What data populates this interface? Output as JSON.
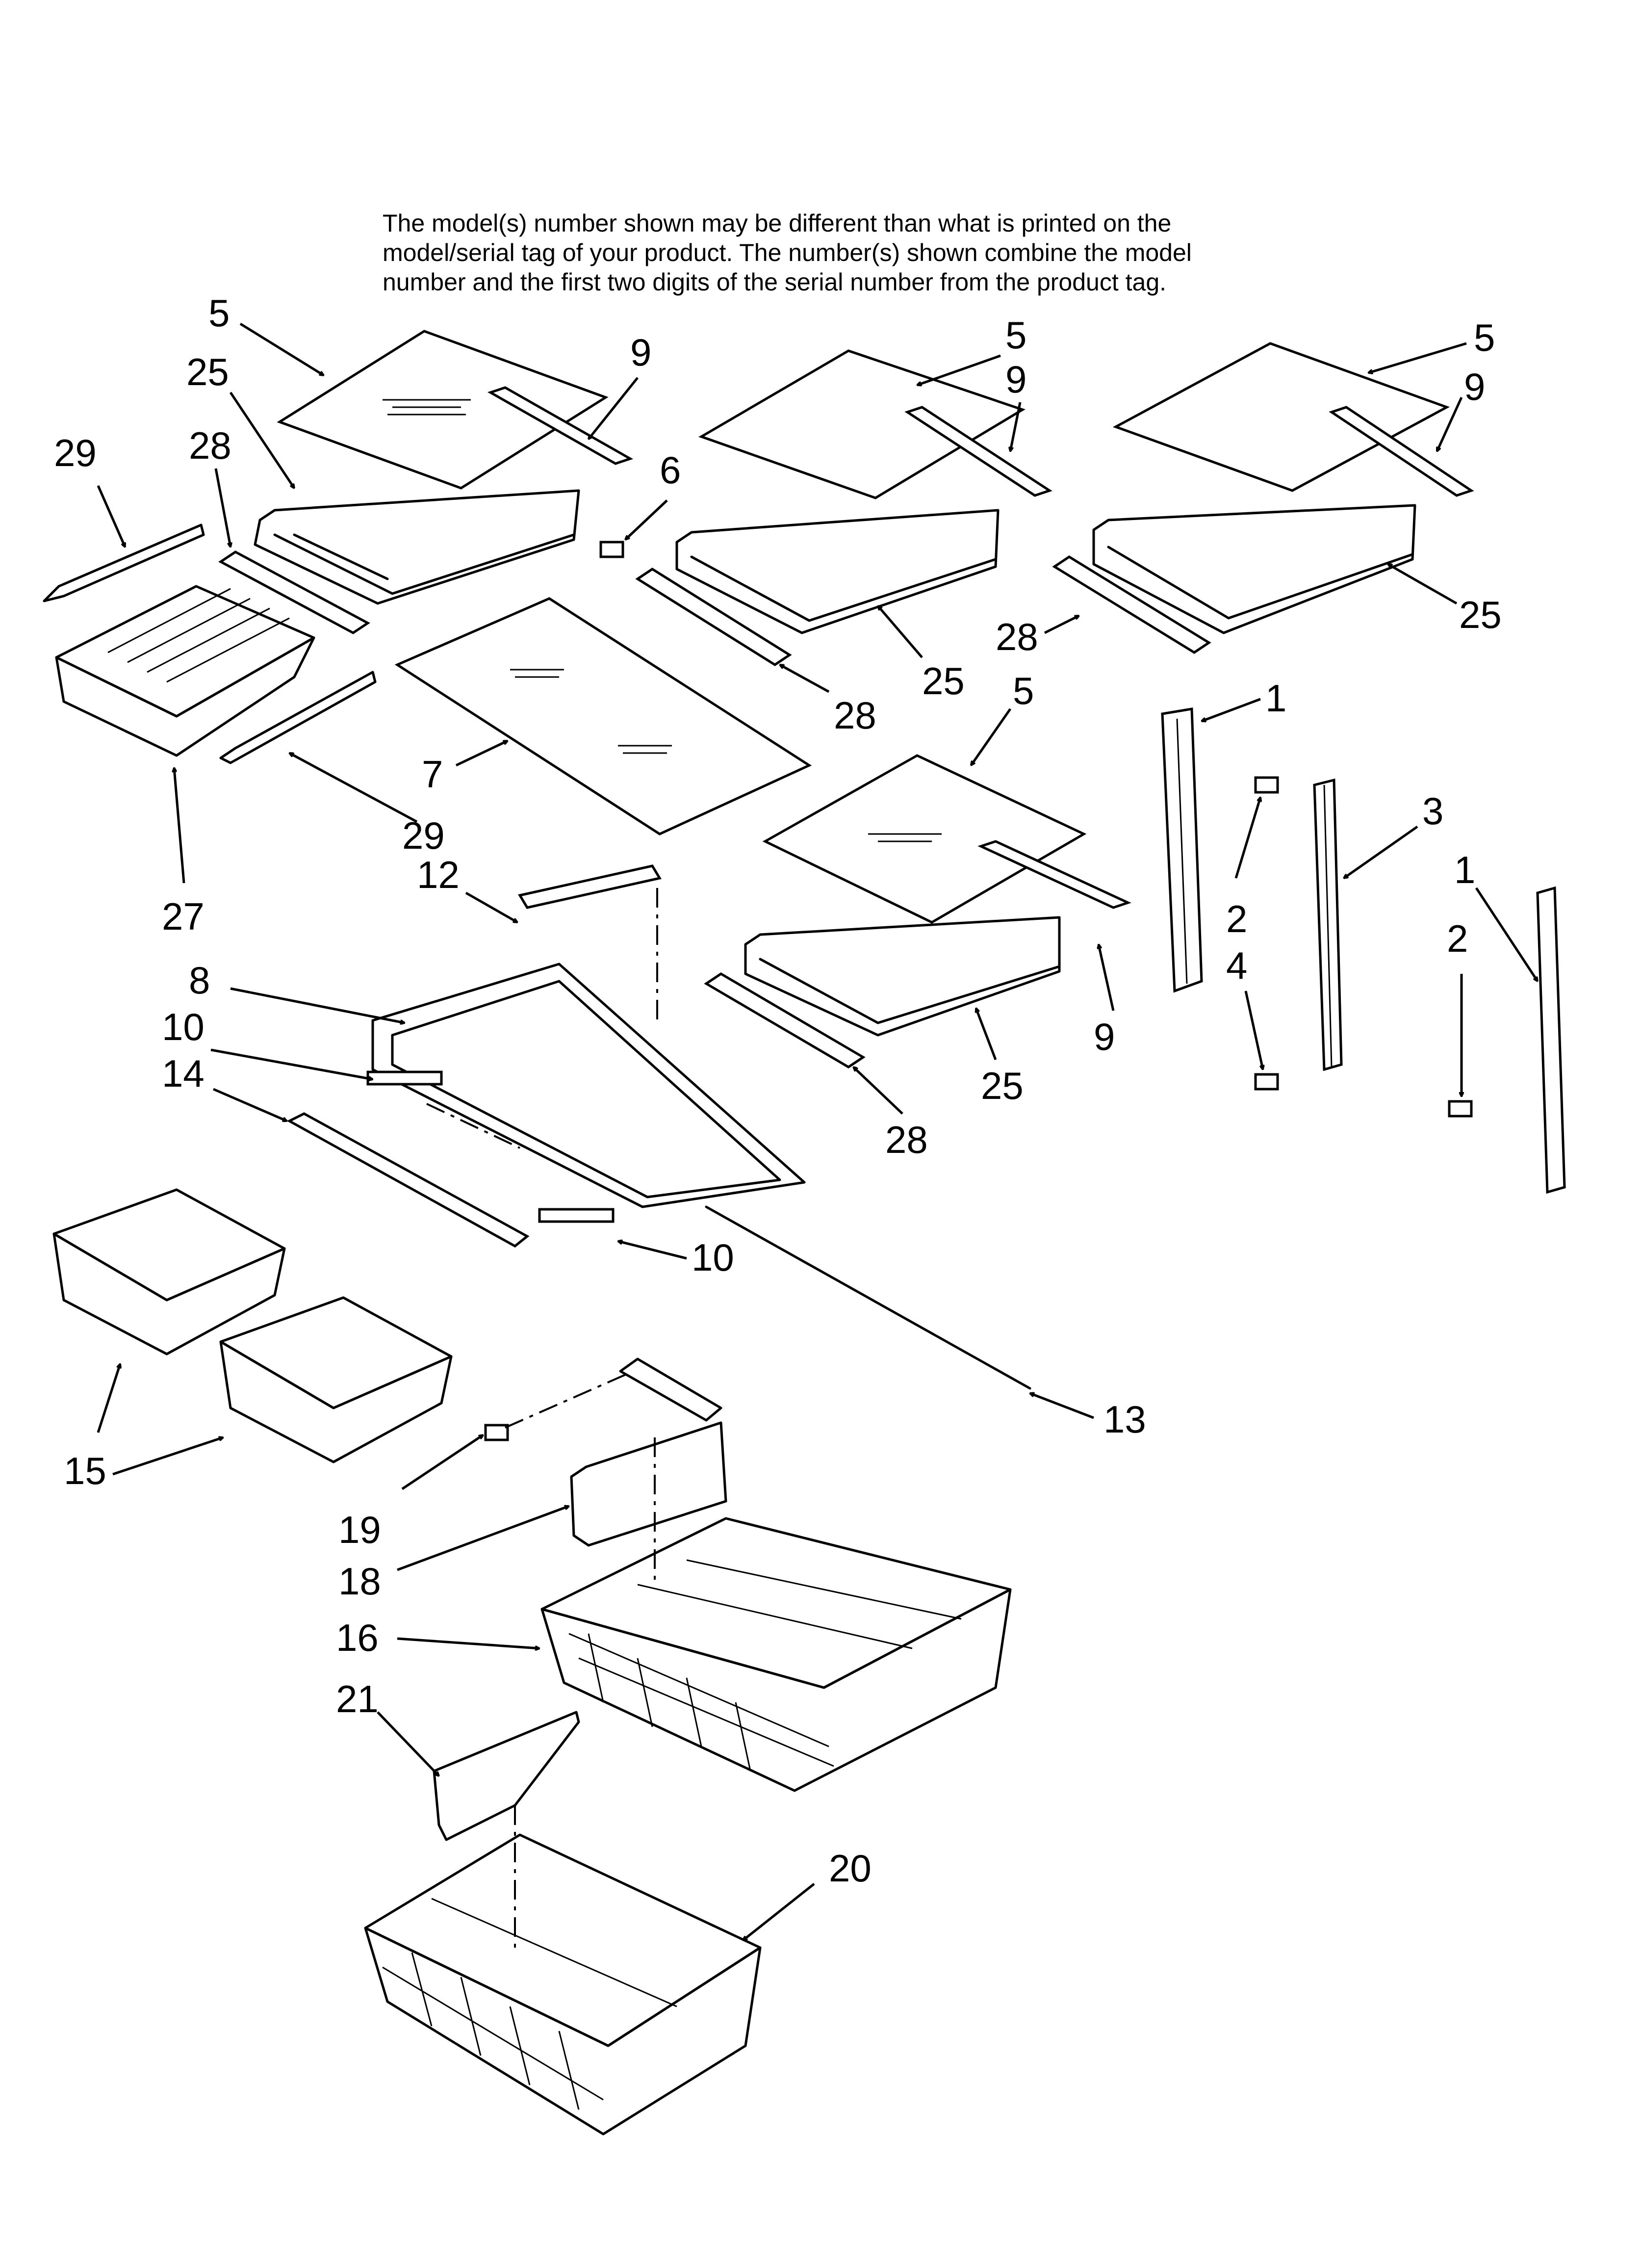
{
  "notice": {
    "line1": "The model(s) number shown may be different than what is printed on the",
    "line2": "model/serial tag of your product. The number(s) shown combine the model",
    "line3": "number and the first two digits of the serial number from the product tag."
  },
  "callouts": [
    "5",
    "25",
    "29",
    "28",
    "9",
    "6",
    "5",
    "9",
    "25",
    "28",
    "5",
    "9",
    "25",
    "28",
    "7",
    "29",
    "27",
    "12",
    "5",
    "25",
    "9",
    "28",
    "1",
    "3",
    "2",
    "4",
    "1",
    "2",
    "8",
    "10",
    "14",
    "10",
    "13",
    "15",
    "19",
    "18",
    "16",
    "21",
    "20"
  ]
}
